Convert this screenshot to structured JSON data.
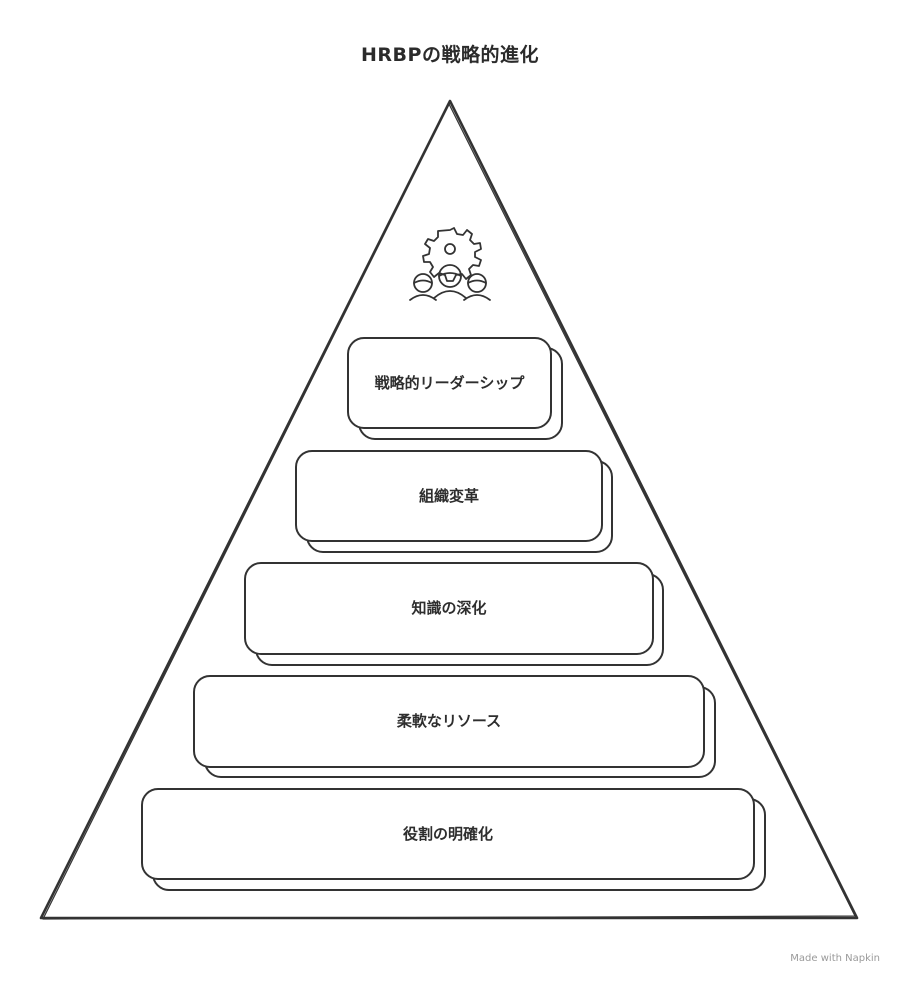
{
  "title": "HRBPの戦略的進化",
  "tiers": [
    {
      "label": "戦略的リーダーシップ"
    },
    {
      "label": "組織変革"
    },
    {
      "label": "知識の深化"
    },
    {
      "label": "柔軟なリソース"
    },
    {
      "label": "役割の明確化"
    }
  ],
  "icon": "gear-and-team-icon",
  "stroke_color": "#333333",
  "watermark": "Made with Napkin"
}
